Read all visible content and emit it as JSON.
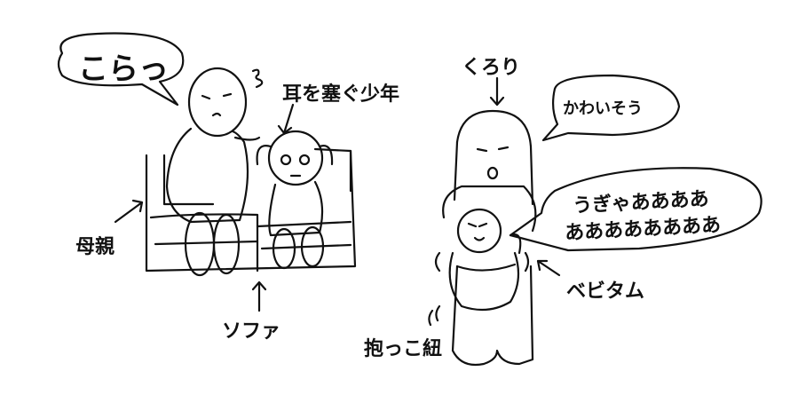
{
  "scene_left": {
    "mother_speech": "こらっ",
    "boy_label": "耳を塞ぐ少年",
    "mother_label": "母親",
    "sofa_label": "ソファ"
  },
  "scene_right": {
    "narrator_label": "くろり",
    "narrator_speech": "かわいそう",
    "baby_cry_line1": "うぎゃああああ",
    "baby_cry_line2": "ああああああああ",
    "baby_label": "ベビタム",
    "carrier_label": "抱っこ紐"
  }
}
